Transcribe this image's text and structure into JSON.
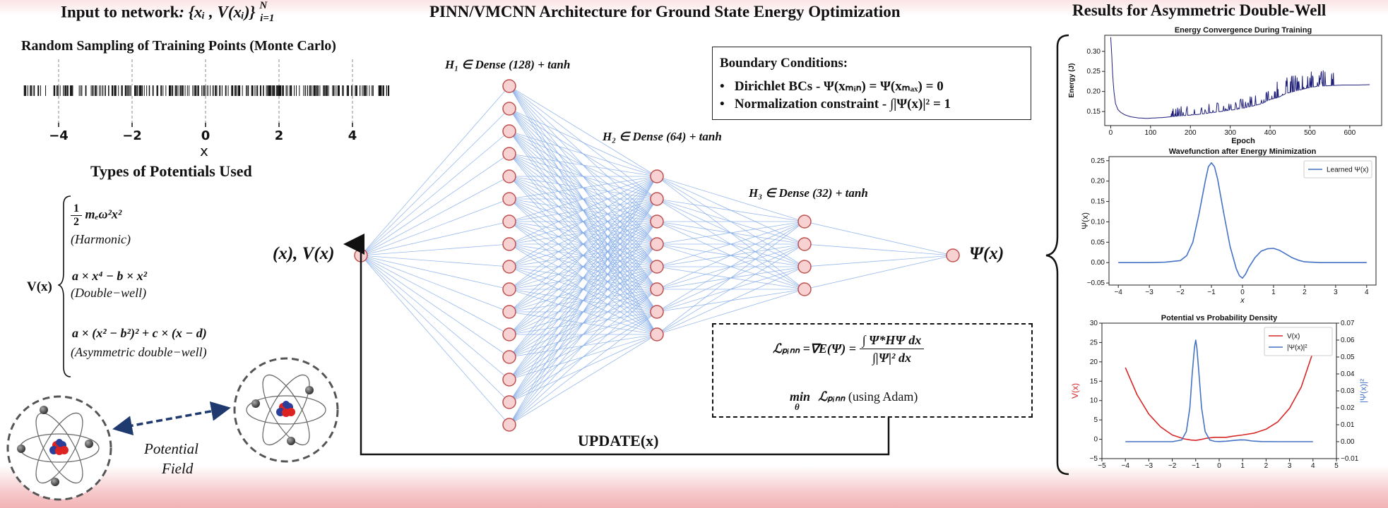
{
  "left": {
    "input_title_prefix": "Input to network",
    "input_title_math": ": {xᵢ , V(xᵢ)}",
    "input_title_sup": "N",
    "input_title_sub": "i=1",
    "sampling_title": "Random Sampling of Training Points (Monte Carlo)",
    "axis_ticks": [
      "−4",
      "−2",
      "0",
      "2",
      "4"
    ],
    "axis_label": "x",
    "potentials_title": "Types of Potentials Used",
    "v_label": "V(x)",
    "harmonic_num": "1",
    "harmonic_den": "2",
    "harmonic_expr": "mₑω²x²",
    "harmonic_name": "(Harmonic)",
    "double_expr": "a × x⁴ − b × x²",
    "double_name": "(Double−well)",
    "asym_expr": "a × (x² − b²)² + c × (x − d)",
    "asym_name": "(Asymmetric double−well)",
    "potential_field_line1": "Potential",
    "potential_field_line2": "Field"
  },
  "network": {
    "title": "PINN/VMCNN Architecture for Ground State Energy Optimization",
    "h1_label": "H₁ ∈ Dense (128) + tanh",
    "h2_label": "H₂ ∈ Dense (64) + tanh",
    "h3_label": "H₃ ∈ Dense (32) + tanh",
    "input_label": "(x), V(x)",
    "output_label": "Ψ(x)",
    "update_label": "UPDATE(x)",
    "layer_node_counts": [
      1,
      16,
      8,
      4,
      1
    ],
    "node_fill": "#f8d2d2",
    "node_stroke": "#c0504d",
    "edge_color": "#7ea7e8"
  },
  "boundary": {
    "title": "Boundary Conditions:",
    "items": [
      "Dirichlet BCs - Ψ(xₘᵢₙ) = Ψ(xₘₐₓ) = 0",
      "Normalization constraint - ∫|Ψ(x)|² = 1"
    ]
  },
  "loss": {
    "lhs": "ℒₚᵢₙₙ =∇E(Ψ) =",
    "numerator": "∫ Ψ*HΨ dx",
    "denominator": "∫|Ψ|² dx",
    "min_prefix": "min",
    "min_sub": "θ",
    "min_loss": "ℒₚᵢₙₙ",
    "min_suffix": "(using Adam)"
  },
  "results": {
    "title": "Results for Asymmetric Double-Well"
  },
  "chart_data": [
    {
      "type": "line",
      "title": "Energy Convergence During Training",
      "xlabel": "Epoch",
      "ylabel": "Energy (J)",
      "xlim": [
        -15,
        680
      ],
      "ylim": [
        0.115,
        0.34
      ],
      "xticks": [
        0,
        100,
        200,
        300,
        400,
        500,
        600
      ],
      "yticks": [
        0.15,
        0.2,
        0.25,
        0.3
      ],
      "ytick_labels": [
        "0.15",
        "0.20",
        "0.25",
        "0.30"
      ],
      "color": "#1f1f7a",
      "series": [
        {
          "x": [
            0,
            2,
            5,
            8,
            12,
            18,
            25,
            35,
            50,
            70,
            90,
            110,
            130,
            150,
            170,
            200,
            230,
            260,
            290,
            320,
            350,
            380,
            400,
            420,
            440,
            460,
            480,
            500,
            520,
            540,
            560,
            580,
            600,
            620,
            650
          ],
          "y": [
            0.335,
            0.3,
            0.24,
            0.2,
            0.17,
            0.155,
            0.148,
            0.142,
            0.137,
            0.134,
            0.133,
            0.134,
            0.135,
            0.137,
            0.139,
            0.141,
            0.144,
            0.148,
            0.152,
            0.156,
            0.162,
            0.17,
            0.18,
            0.185,
            0.195,
            0.2,
            0.205,
            0.21,
            0.213,
            0.214,
            0.215,
            0.216,
            0.216,
            0.216,
            0.217
          ]
        }
      ]
    },
    {
      "type": "line",
      "title": "Wavefunction after Energy Minimization",
      "xlabel": "x",
      "ylabel": "Ψ(x)",
      "xlim": [
        -4.3,
        4.3
      ],
      "ylim": [
        -0.055,
        0.26
      ],
      "xticks": [
        -4,
        -3,
        -2,
        -1,
        0,
        1,
        2,
        3,
        4
      ],
      "yticks": [
        -0.05,
        0,
        0.05,
        0.1,
        0.15,
        0.2,
        0.25
      ],
      "ytick_labels": [
        "−0.05",
        "0.00",
        "0.05",
        "0.10",
        "0.15",
        "0.20",
        "0.25"
      ],
      "legend": "top-right",
      "series": [
        {
          "name": "Learned Ψ(x)",
          "color": "#4472c4",
          "x": [
            -4,
            -3,
            -2.5,
            -2,
            -1.8,
            -1.6,
            -1.4,
            -1.2,
            -1.1,
            -1.0,
            -0.9,
            -0.8,
            -0.6,
            -0.4,
            -0.2,
            -0.1,
            0,
            0.1,
            0.2,
            0.4,
            0.6,
            0.8,
            1.0,
            1.2,
            1.4,
            1.6,
            1.8,
            2.0,
            2.5,
            3,
            4
          ],
          "y": [
            0,
            0,
            0.001,
            0.005,
            0.017,
            0.05,
            0.12,
            0.2,
            0.235,
            0.245,
            0.235,
            0.205,
            0.12,
            0.04,
            -0.015,
            -0.032,
            -0.038,
            -0.028,
            -0.012,
            0.012,
            0.028,
            0.034,
            0.035,
            0.03,
            0.021,
            0.012,
            0.006,
            0.002,
            0,
            0,
            0
          ]
        }
      ]
    },
    {
      "type": "line",
      "title": "Potential vs Probability Density",
      "xlim": [
        -5,
        5
      ],
      "xticks": [
        -5,
        -4,
        -3,
        -2,
        -1,
        0,
        1,
        2,
        3,
        4,
        5
      ],
      "ylim_left": [
        -5,
        30
      ],
      "yticks_left": [
        -5,
        0,
        5,
        10,
        15,
        20,
        25,
        30
      ],
      "ylabel_left": "V(x)",
      "ylim_right": [
        -0.01,
        0.07
      ],
      "yticks_right": [
        -0.01,
        0,
        0.01,
        0.02,
        0.03,
        0.04,
        0.05,
        0.06,
        0.07
      ],
      "ytick_labels_right": [
        "−0.01",
        "0.00",
        "0.01",
        "0.02",
        "0.03",
        "0.04",
        "0.05",
        "0.06",
        "0.07"
      ],
      "ylabel_right": "|Ψ(x)|²",
      "legend": "top-right",
      "series": [
        {
          "name": "V(x)",
          "axis": "left",
          "color": "#d62728",
          "x": [
            -4,
            -3.5,
            -3,
            -2.5,
            -2,
            -1.5,
            -1.2,
            -1,
            -0.8,
            -0.5,
            -0.2,
            0,
            0.3,
            0.6,
            1,
            1.5,
            2,
            2.5,
            3,
            3.5,
            4
          ],
          "y": [
            18.5,
            11.5,
            6.5,
            3.2,
            1.1,
            0.1,
            -0.2,
            -0.3,
            -0.1,
            0.3,
            0.5,
            0.5,
            0.5,
            0.8,
            1.1,
            1.6,
            2.6,
            4.5,
            8.0,
            13.5,
            22.5
          ]
        },
        {
          "name": "|Ψ(x)|²",
          "axis": "right",
          "color": "#4472c4",
          "x": [
            -4,
            -2,
            -1.6,
            -1.4,
            -1.25,
            -1.15,
            -1.05,
            -1.0,
            -0.95,
            -0.85,
            -0.75,
            -0.6,
            -0.4,
            -0.2,
            0,
            0.3,
            0.6,
            0.9,
            1.1,
            1.4,
            1.8,
            2.5,
            4
          ],
          "y": [
            0,
            0,
            0.001,
            0.006,
            0.02,
            0.04,
            0.056,
            0.06,
            0.055,
            0.038,
            0.02,
            0.006,
            0.001,
            0.0002,
            0.0001,
            0.0003,
            0.0007,
            0.0011,
            0.001,
            0.0004,
            0.0001,
            0,
            0
          ]
        }
      ]
    }
  ]
}
